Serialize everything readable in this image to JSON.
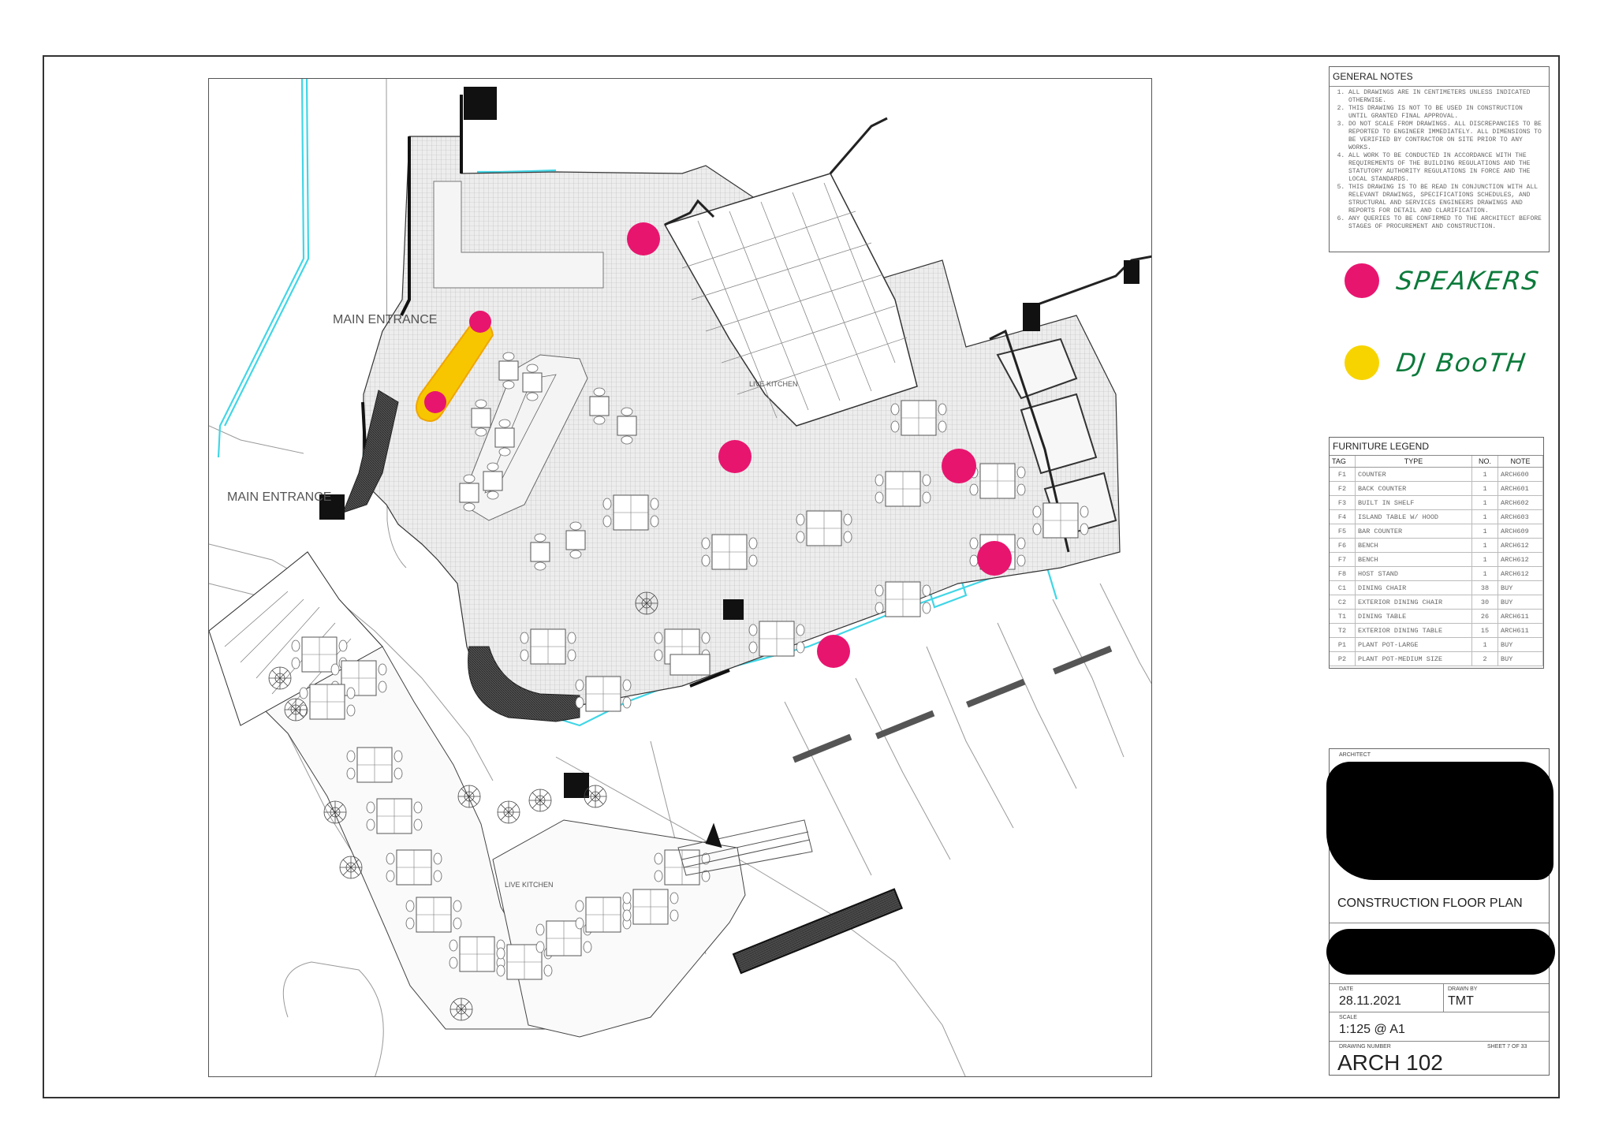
{
  "plan": {
    "labels": {
      "main_entrance_1": "MAIN ENTRANCE",
      "main_entrance_2": "MAIN ENTRANCE",
      "live_kitchen_inner": "LIVE KITCHEN",
      "live_kitchen_outer": "LIVE KITCHEN"
    },
    "speaker_color": "#e8156f",
    "dj_booth_color": "#f7c600",
    "glass_line_color": "#41d6e6"
  },
  "general_notes": {
    "title": "GENERAL NOTES",
    "items": [
      "ALL DRAWINGS ARE IN CENTIMETERS UNLESS INDICATED OTHERWISE.",
      "THIS DRAWING IS NOT TO BE USED IN CONSTRUCTION UNTIL GRANTED FINAL APPROVAL.",
      "DO NOT SCALE FROM DRAWINGS. ALL DISCREPANCIES TO BE REPORTED TO ENGINEER IMMEDIATELY. ALL DIMENSIONS TO BE VERIFIED BY CONTRACTOR ON SITE PRIOR TO ANY WORKS.",
      "ALL WORK TO BE CONDUCTED IN ACCORDANCE WITH THE REQUIREMENTS OF THE BUILDING REGULATIONS AND THE STATUTORY AUTHORITY REGULATIONS IN FORCE AND THE LOCAL STANDARDS.",
      "THIS DRAWING IS TO BE READ IN CONJUNCTION WITH ALL RELEVANT DRAWINGS, SPECIFICATIONS SCHEDULES, AND STRUCTURAL AND SERVICES ENGINEERS DRAWINGS AND REPORTS FOR DETAIL AND CLARIFICATION.",
      "ANY QUERIES TO BE CONFIRMED TO THE ARCHITECT BEFORE STAGES OF PROCUREMENT AND CONSTRUCTION."
    ]
  },
  "key": {
    "speakers": "SPEAKERS",
    "dj_booth": "DJ BooTH"
  },
  "furniture_legend": {
    "title": "FURNITURE LEGEND",
    "headers": [
      "TAG",
      "TYPE",
      "NO.",
      "NOTE"
    ],
    "rows": [
      [
        "F1",
        "COUNTER",
        "1",
        "ARCH600"
      ],
      [
        "F2",
        "BACK COUNTER",
        "1",
        "ARCH601"
      ],
      [
        "F3",
        "BUILT IN SHELF",
        "1",
        "ARCH602"
      ],
      [
        "F4",
        "ISLAND TABLE W/ HOOD",
        "1",
        "ARCH603"
      ],
      [
        "F5",
        "BAR COUNTER",
        "1",
        "ARCH609"
      ],
      [
        "F6",
        "BENCH",
        "1",
        "ARCH612"
      ],
      [
        "F7",
        "BENCH",
        "1",
        "ARCH612"
      ],
      [
        "F8",
        "HOST STAND",
        "1",
        "ARCH612"
      ],
      [
        "C1",
        "DINING CHAIR",
        "38",
        "BUY"
      ],
      [
        "C2",
        "EXTERIOR DINING CHAIR",
        "30",
        "BUY"
      ],
      [
        "T1",
        "DINING TABLE",
        "26",
        "ARCH611"
      ],
      [
        "T2",
        "EXTERIOR DINING TABLE",
        "15",
        "ARCH611"
      ],
      [
        "P1",
        "PLANT POT-LARGE",
        "1",
        "BUY"
      ],
      [
        "P2",
        "PLANT POT-MEDIUM SIZE",
        "2",
        "BUY"
      ]
    ]
  },
  "title_block": {
    "architect_label": "ARCHITECT",
    "drawing_title": "CONSTRUCTION FLOOR PLAN",
    "date_label": "DATE",
    "date": "28.11.2021",
    "drawn_by_label": "DRAWN BY",
    "drawn_by": "TMT",
    "scale_label": "SCALE",
    "scale": "1:125 @ A1",
    "drawing_number_label": "DRAWING NUMBER",
    "sheet": "SHEET  7  OF 33",
    "drawing_number": "ARCH 102"
  }
}
